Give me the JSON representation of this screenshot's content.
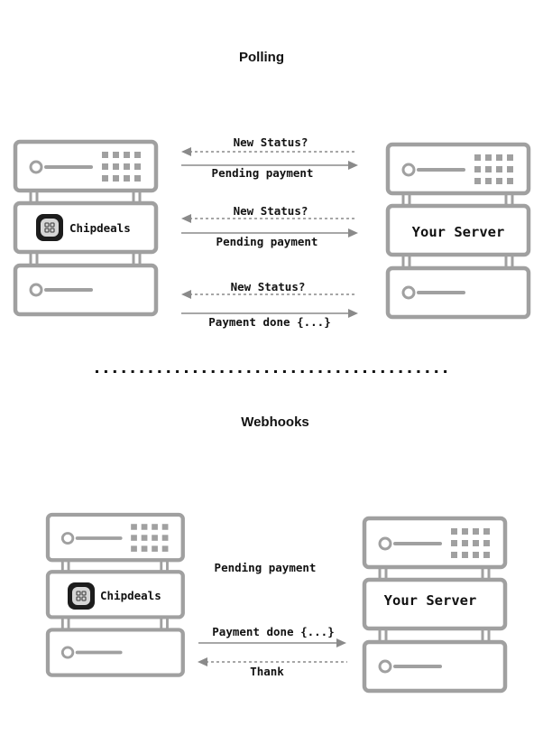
{
  "polling": {
    "title": "Polling",
    "messages": [
      {
        "text": "New Status?",
        "direction": "to-left",
        "style": "dashed"
      },
      {
        "text": "Pending payment",
        "direction": "to-right",
        "style": "solid"
      },
      {
        "text": "New Status?",
        "direction": "to-left",
        "style": "dashed"
      },
      {
        "text": "Pending payment",
        "direction": "to-right",
        "style": "solid"
      },
      {
        "text": "New Status?",
        "direction": "to-left",
        "style": "dashed"
      },
      {
        "text": "Payment done {...}",
        "direction": "to-right",
        "style": "solid"
      }
    ],
    "chipdeals": {
      "label": "Chipdeals",
      "logo_icon": "chipdeals-logo-icon"
    },
    "server": {
      "label": "Your Server"
    }
  },
  "webhooks": {
    "title": "Webhooks",
    "messages": [
      {
        "text": "Pending payment",
        "direction": "none",
        "style": "none"
      },
      {
        "text": "Payment done {...}",
        "direction": "to-right",
        "style": "solid"
      },
      {
        "text": "Thank",
        "direction": "to-left",
        "style": "dashed"
      }
    ],
    "chipdeals": {
      "label": "Chipdeals",
      "logo_icon": "chipdeals-logo-icon"
    },
    "server": {
      "label": "Your Server"
    }
  },
  "colors": {
    "server_outline": "#a0a0a0",
    "arrow": "#8a8a8a",
    "text": "#111111",
    "logo_background": "#1c1c1c"
  }
}
